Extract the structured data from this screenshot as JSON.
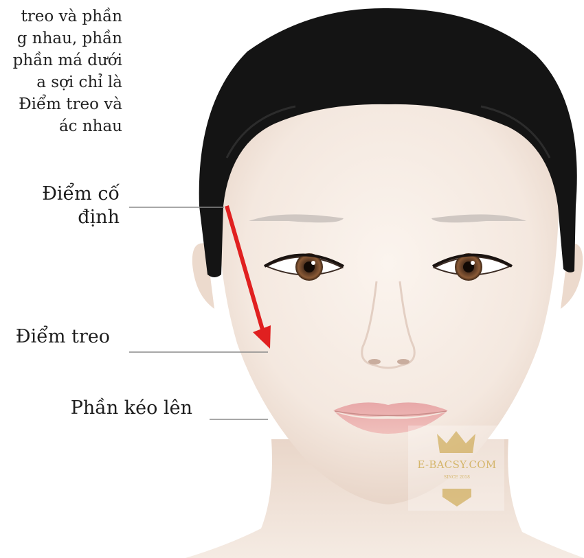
{
  "intro_lines": [
    "treo và phần",
    "g nhau, phần",
    "phần má dưới",
    "a sợi chỉ là",
    "Điểm treo và",
    "ác nhau"
  ],
  "labels": {
    "fixed_point": [
      "Điểm cố",
      "định"
    ],
    "hanging_point": "Điểm treo",
    "lifted_part": "Phần kéo lên"
  },
  "watermark": {
    "brand": "E-BACSY.COM",
    "since": "SINCE 2018"
  },
  "colors": {
    "arrow": "#e02020",
    "leader_line": "#8a8a8a",
    "hair": "#141414",
    "skin": "#f6ece4",
    "watermark": "#c9a23c"
  }
}
